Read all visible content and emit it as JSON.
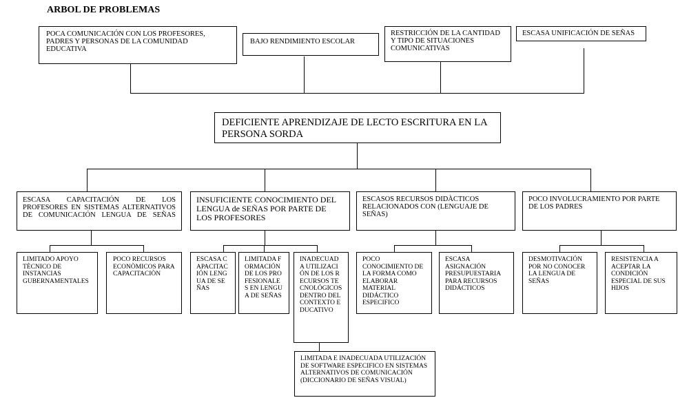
{
  "title": "ARBOL DE PROBLEMAS",
  "effects": [
    "POCA COMUNICACIÓN CON LOS PROFESORES, PADRES Y PERSONAS DE LA COMUNIDAD EDUCATIVA",
    "BAJO RENDIMIENTO ESCOLAR",
    "RESTRICCIÓN DE LA CANTIDAD Y TIPO DE SITUACIONES COMUNICATIVAS",
    "ESCASA UNIFICACIÓN DE SEÑAS"
  ],
  "central_problem": "DEFICIENTE APRENDIZAJE DE LECTO ESCRITURA EN LA PERSONA SORDA",
  "causes": [
    "ESCASA CAPACITACIÓN DE LOS PROFESORES EN SISTEMAS ALTERNATIVOS DE COMUNICACIÓN LENGUA DE SEÑAS",
    "INSUFICIENTE CONOCIMIENTO DEL LENGUA de SEÑAS POR PARTE DE LOS PROFESORES",
    "ESCASOS RECURSOS DIDÀCTICOS RELACIONADOS CON (LENGUAJE DE SEÑAS)",
    "POCO INVOLUCRAMIENTO POR PARTE DE LOS PADRES"
  ],
  "subcauses": {
    "c1": [
      "LIMITADO APOYO TÈCNICO DE INSTANCIAS GUBERNAMENTALES",
      "POCO RECURSOS ECONÒMICOS PARA CAPACITACIÒN"
    ],
    "c2": [
      "ESCASA CAPACITACIÓN LENGUA DE SEÑAS",
      "LIMITADA FORMACIÓN DE LOS PROFESIONALES EN LENGUA DE SEÑAS",
      "INADECUADA UTILIZACIÓN DE LOS RECURSOS TECNOLÓGICOS DENTRO DEL CONTEXTO EDUCATIVO"
    ],
    "c3": [
      "POCO CONOCIMIENTO DE LA FORMA COMO ELABORAR MATERIAL DIDÁCTICO ESPECIFICO",
      "ESCASA ASIGNACIÓN PRESUPUESTARIA PARA RECURSOS DIDÁCTICOS"
    ],
    "c4": [
      "DESMOTIVACIÓN POR NO CONOCER LA LENGUA DE SEÑAS",
      "RESISTENCIA A ACEPTAR LA CONDICIÓN ESPECIAL DE SUS HIJOS"
    ]
  },
  "root_cause": "LIMITADA E INADECUADA UTILIZACIÓN DE SOFTWARE ESPECIFICO EN SISTEMAS ALTERNATIVOS DE COMUNICACIÓN (DICCIONARIO DE SEÑAS VISUAL)"
}
